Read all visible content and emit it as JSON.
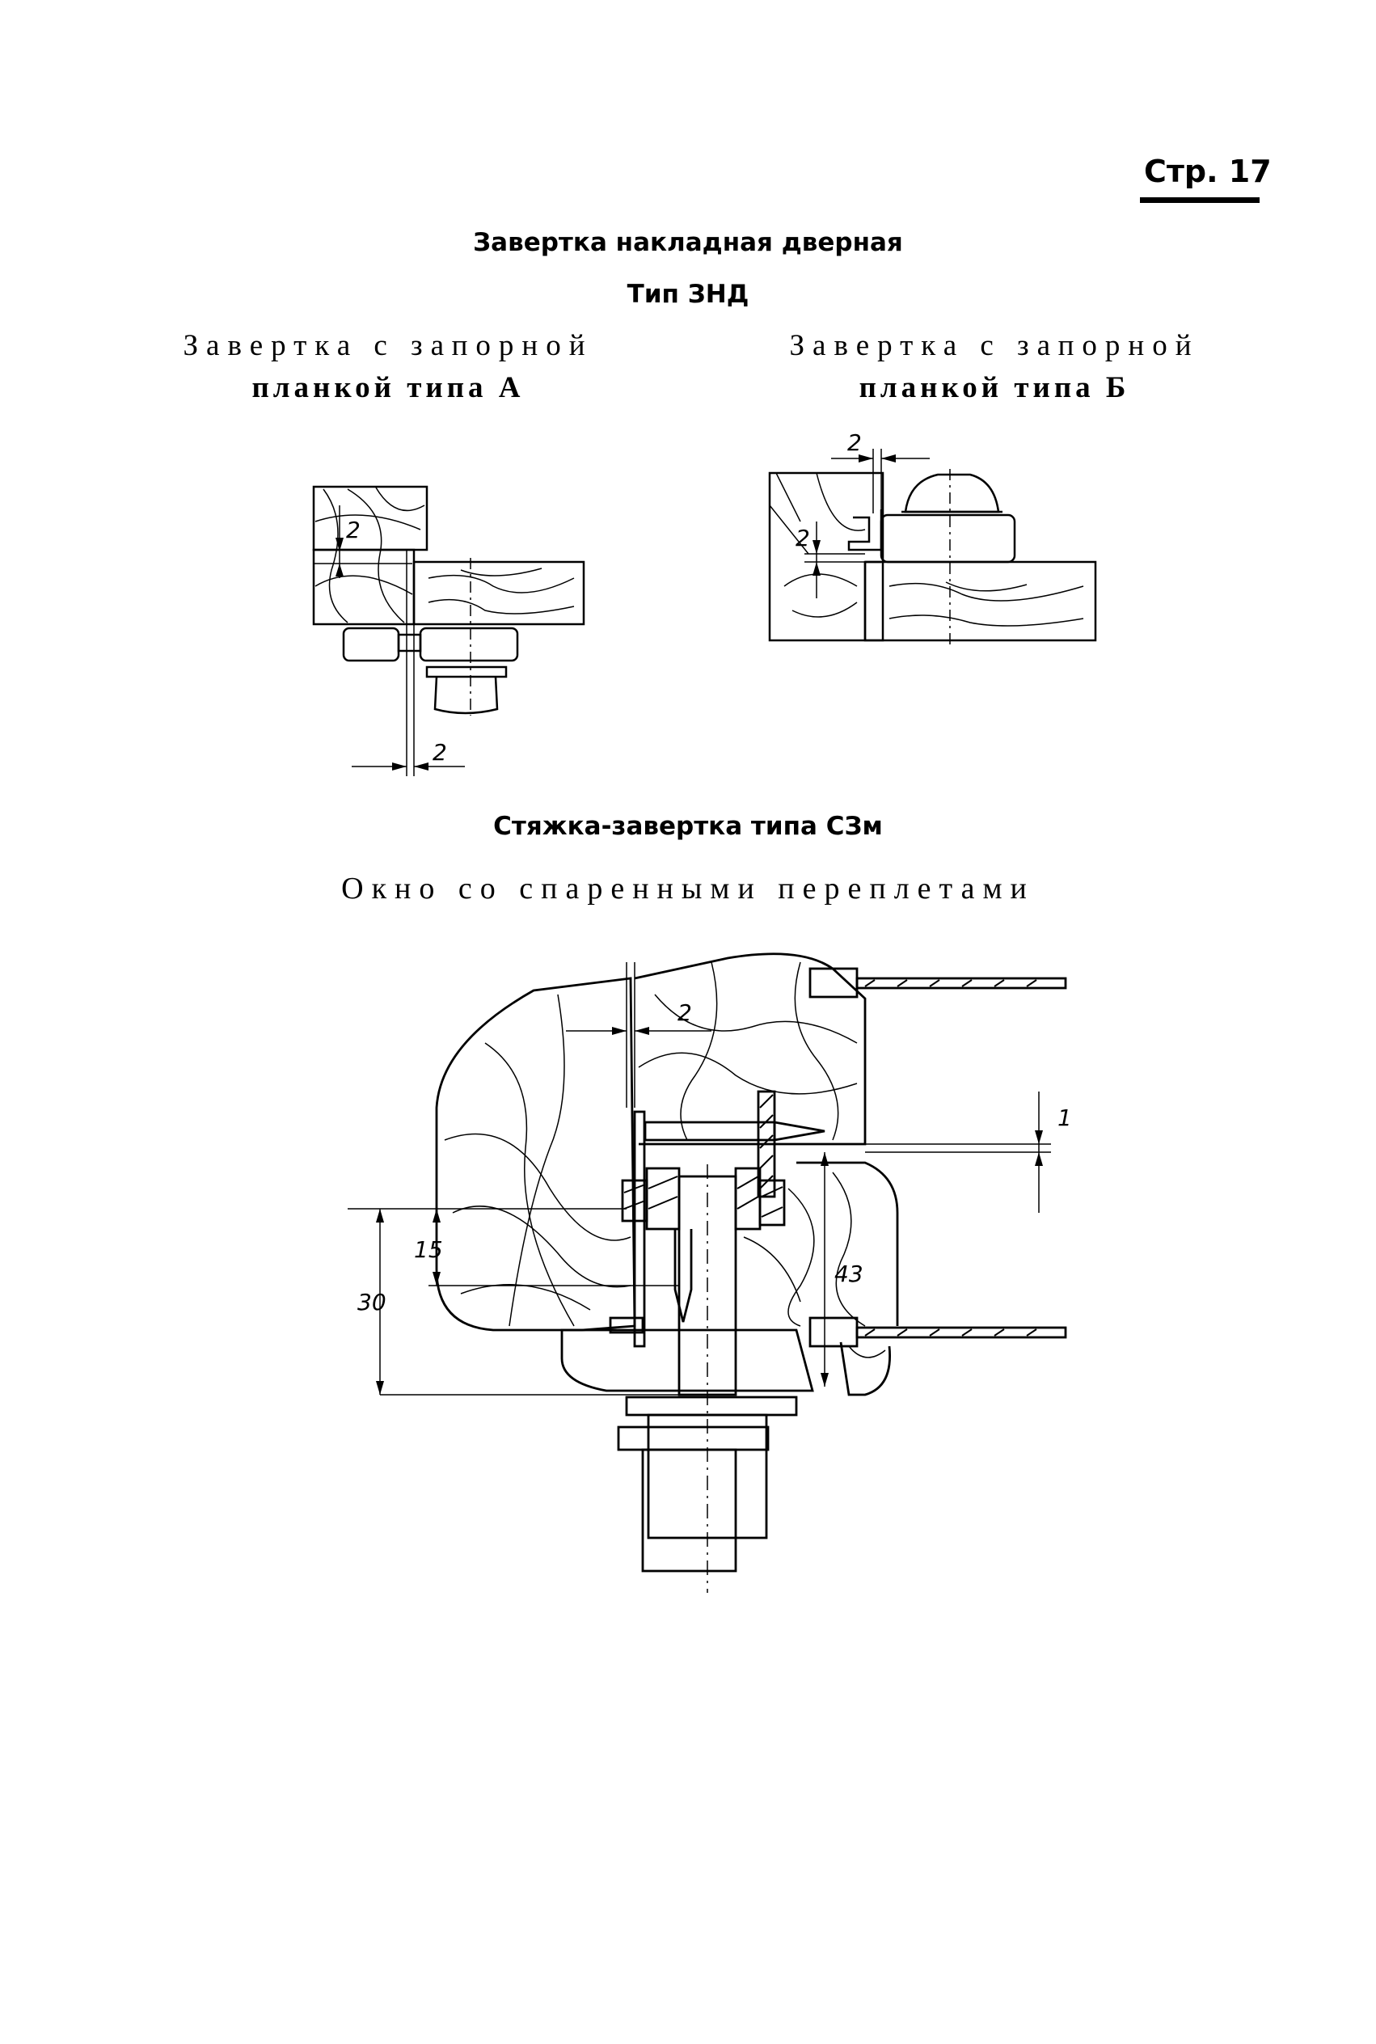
{
  "header": {
    "page_number": "Стр. 17"
  },
  "section1": {
    "title": "Завертка накладная дверная",
    "type_label": "Тип ЗНД",
    "drawing_a": {
      "caption_line1": "Завертка с запорной",
      "caption_line2": "планкой типа А",
      "dim_gap": "2",
      "dim_bottom": "2"
    },
    "drawing_b": {
      "caption_line1": "Завертка с запорной",
      "caption_line2": "планкой типа Б",
      "dim_top": "2",
      "dim_side": "2"
    }
  },
  "section2": {
    "title": "Стяжка-завертка типа СЗм",
    "subtitle": "Окно со спаренными переплетами",
    "drawing": {
      "dim_gap": "2",
      "dim_right": "1",
      "dim_15": "15",
      "dim_30": "30",
      "dim_43": "43"
    }
  }
}
